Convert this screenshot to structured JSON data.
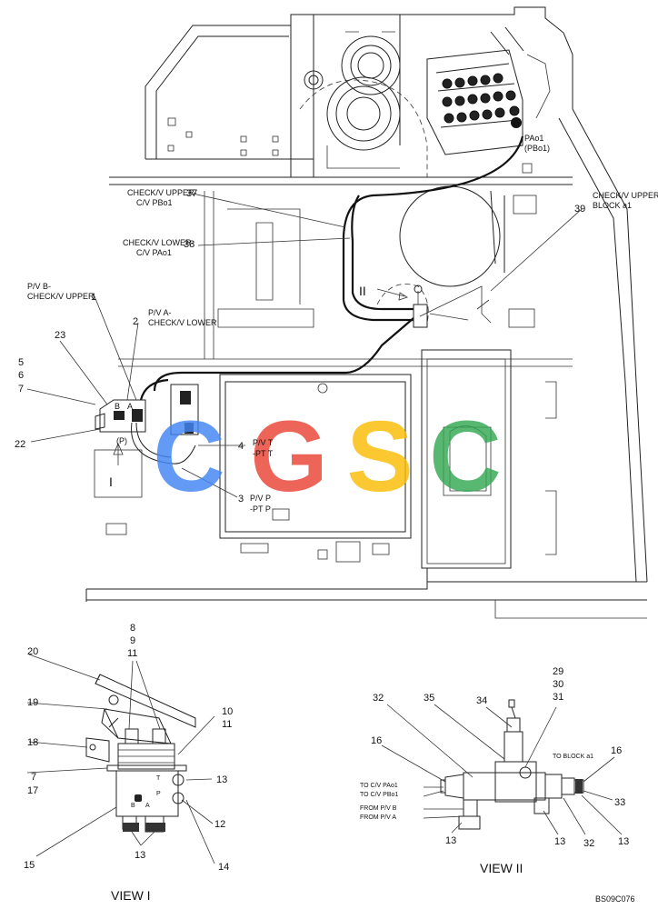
{
  "top": {
    "check_upper_1": "CHECK/V UPPER-",
    "num_37": "37",
    "check_upper_2": "C/V PBo1",
    "check_lower_1": "CHECK/V LOWER-",
    "num_38": "38",
    "check_lower_2": "C/V PAo1",
    "pb_1": "P/V B-",
    "pb_2": "CHECK/V UPPER",
    "num_1": "1",
    "num_2": "2",
    "pa_1": "P/V A-",
    "pa_2": "CHECK/V LOWER",
    "num_23": "23",
    "num_5": "5",
    "num_6": "6",
    "num_7": "7",
    "num_22": "22",
    "port_b": "B",
    "port_a": "A",
    "port_p": "(P)",
    "num_4": "4",
    "pvt_1": "P/V T",
    "pvt_2": "-PT T",
    "num_3": "3",
    "pvp_1": "P/V P",
    "pvp_2": "-PT P",
    "view_marker_1": "I",
    "view_marker_2": "II",
    "pao1": "PAo1",
    "pbo1": "(PBo1)",
    "check_block_1": "CHECK/V UPPER-",
    "check_block_2": "BLOCK a1",
    "num_39": "39"
  },
  "view1": {
    "num_8": "8",
    "num_9": "9",
    "num_11a": "11",
    "num_20": "20",
    "num_19": "19",
    "num_18": "18",
    "num_10": "10",
    "num_11b": "11",
    "num_7": "7",
    "num_17": "17",
    "num_13a": "13",
    "num_12": "12",
    "num_15": "15",
    "num_14": "14",
    "num_13b": "13",
    "port_t": "T",
    "port_p": "P",
    "port_b": "B",
    "port_a": "A",
    "title": "VIEW  I"
  },
  "view2": {
    "num_29": "29",
    "num_30": "30",
    "num_31": "31",
    "num_32a": "32",
    "num_35": "35",
    "num_34": "34",
    "num_16a": "16",
    "num_16b": "16",
    "to_block": "TO BLOCK a1",
    "to_cv_pa": "TO C/V PAo1",
    "to_cv_pb": "TO C/V PBo1",
    "from_pv_b": "FROM P/V B",
    "from_pv_a": "FROM P/V A",
    "num_33": "33",
    "num_13a": "13",
    "num_13b": "13",
    "num_32b": "32",
    "num_13c": "13",
    "title": "VIEW  II"
  },
  "watermark": {
    "l1": "C",
    "l2": "G",
    "l3": "S",
    "l4": "C",
    "colors": [
      "#4285f4",
      "#ea4335",
      "#fbbc05",
      "#34a853"
    ]
  },
  "footer": {
    "code": "BS09C076"
  }
}
